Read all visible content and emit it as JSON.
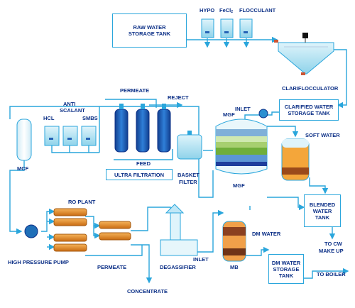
{
  "labels": {
    "raw_water_1": "RAW WATER",
    "raw_water_2": "STORAGE TANK",
    "hypo": "HYPO",
    "fecl": "FeCl",
    "fecl_sub": "2",
    "flocculant": "FLOCCULANT",
    "clarifloccator": "CLARIFLOCCULATOR",
    "clarified_1": "CLARIFIED WATER",
    "clarified_2": "STORAGE TANK",
    "permeate_top": "PERMEATE",
    "reject": "REJECT",
    "anti_scalant_1": "ANTI",
    "anti_scalant_2": "SCALANT",
    "hcl": "HCL",
    "smbs": "SMBS",
    "inlet_top": "INLET",
    "mgf_short": "MGF",
    "soft_water": "SOFT WATER",
    "mcf": "MCF",
    "feed": "FEED",
    "ultra_filtration": "ULTRA FILTRATION",
    "basket_1": "BASKET",
    "basket_2": "FILTER",
    "mgf": "MGF",
    "blended_1": "BLENDED",
    "blended_2": "WATER",
    "blended_3": "TANK",
    "ro_plant": "RO PLANT",
    "to_cw_1": "TO CW",
    "to_cw_2": "MAKE UP",
    "dm_water": "DM WATER",
    "high_pressure_pump": "HIGH PRESSURE PUMP",
    "permeate_bottom": "PERMEATE",
    "degassifier": "DEGASSIFIER",
    "inlet_bottom": "INLET",
    "mb": "MB",
    "dm_storage_1": "DM WATER",
    "dm_storage_2": "STORAGE",
    "dm_storage_3": "TANK",
    "to_boiler": "TO BOILER",
    "concentrate": "CONCENTRATE"
  },
  "colors": {
    "pipe": "#2aa6dc",
    "text": "#0b2f86",
    "uf_blue": "#1e5fb8",
    "ro_orange": "#e58a2a",
    "mb_orange": "#e07a2c",
    "mb_brown": "#7a3a1c",
    "tank_blue": "#8fd3ea"
  }
}
